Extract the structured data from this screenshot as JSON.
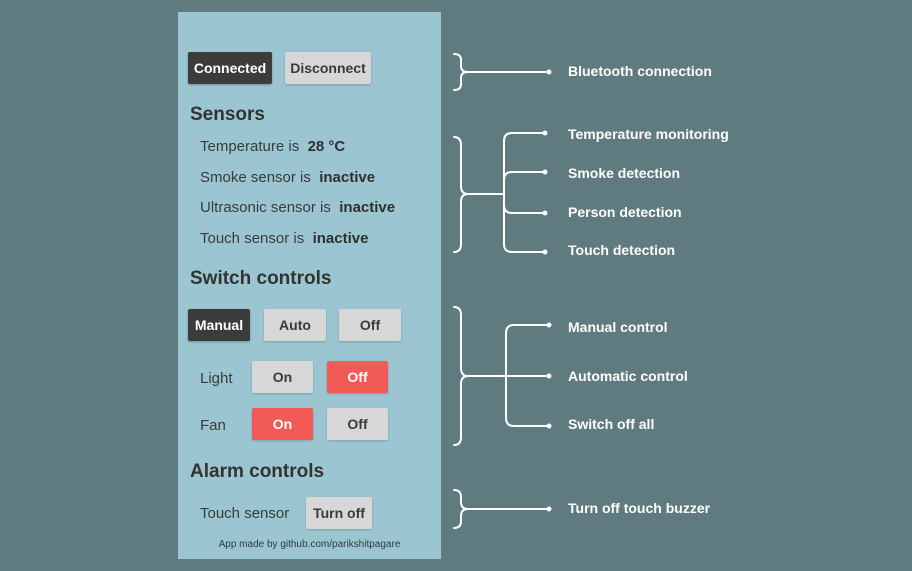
{
  "bluetooth": {
    "connected_label": "Connected",
    "disconnect_label": "Disconnect"
  },
  "sensors": {
    "heading": "Sensors",
    "temperature": {
      "label": "Temperature is",
      "value": "28 °C"
    },
    "smoke": {
      "label": "Smoke sensor is",
      "value": "inactive"
    },
    "ultrasonic": {
      "label": "Ultrasonic sensor is",
      "value": "inactive"
    },
    "touch": {
      "label": "Touch sensor is",
      "value": "inactive"
    }
  },
  "switch_controls": {
    "heading": "Switch controls",
    "modes": {
      "manual": "Manual",
      "auto": "Auto",
      "off": "Off",
      "selected": "Manual"
    },
    "light": {
      "label": "Light",
      "on": "On",
      "off": "Off",
      "state": "Off"
    },
    "fan": {
      "label": "Fan",
      "on": "On",
      "off": "Off",
      "state": "On"
    }
  },
  "alarm_controls": {
    "heading": "Alarm controls",
    "touch_sensor_label": "Touch sensor",
    "turn_off_label": "Turn off"
  },
  "footer": "App made by github.com/parikshitpagare",
  "annotations": {
    "bluetooth_connection": "Bluetooth connection",
    "temperature_monitoring": "Temperature monitoring",
    "smoke_detection": "Smoke detection",
    "person_detection": "Person detection",
    "touch_detection": "Touch detection",
    "manual_control": "Manual control",
    "automatic_control": "Automatic control",
    "switch_off_all": "Switch off all",
    "turn_off_touch_buzzer": "Turn off touch buzzer"
  },
  "colors": {
    "background": "#5f7b7f",
    "panel": "#9bc6d1",
    "selected_button": "#3c3c3c",
    "active_red": "#f25a55",
    "button_gray": "#d7d7d7"
  }
}
